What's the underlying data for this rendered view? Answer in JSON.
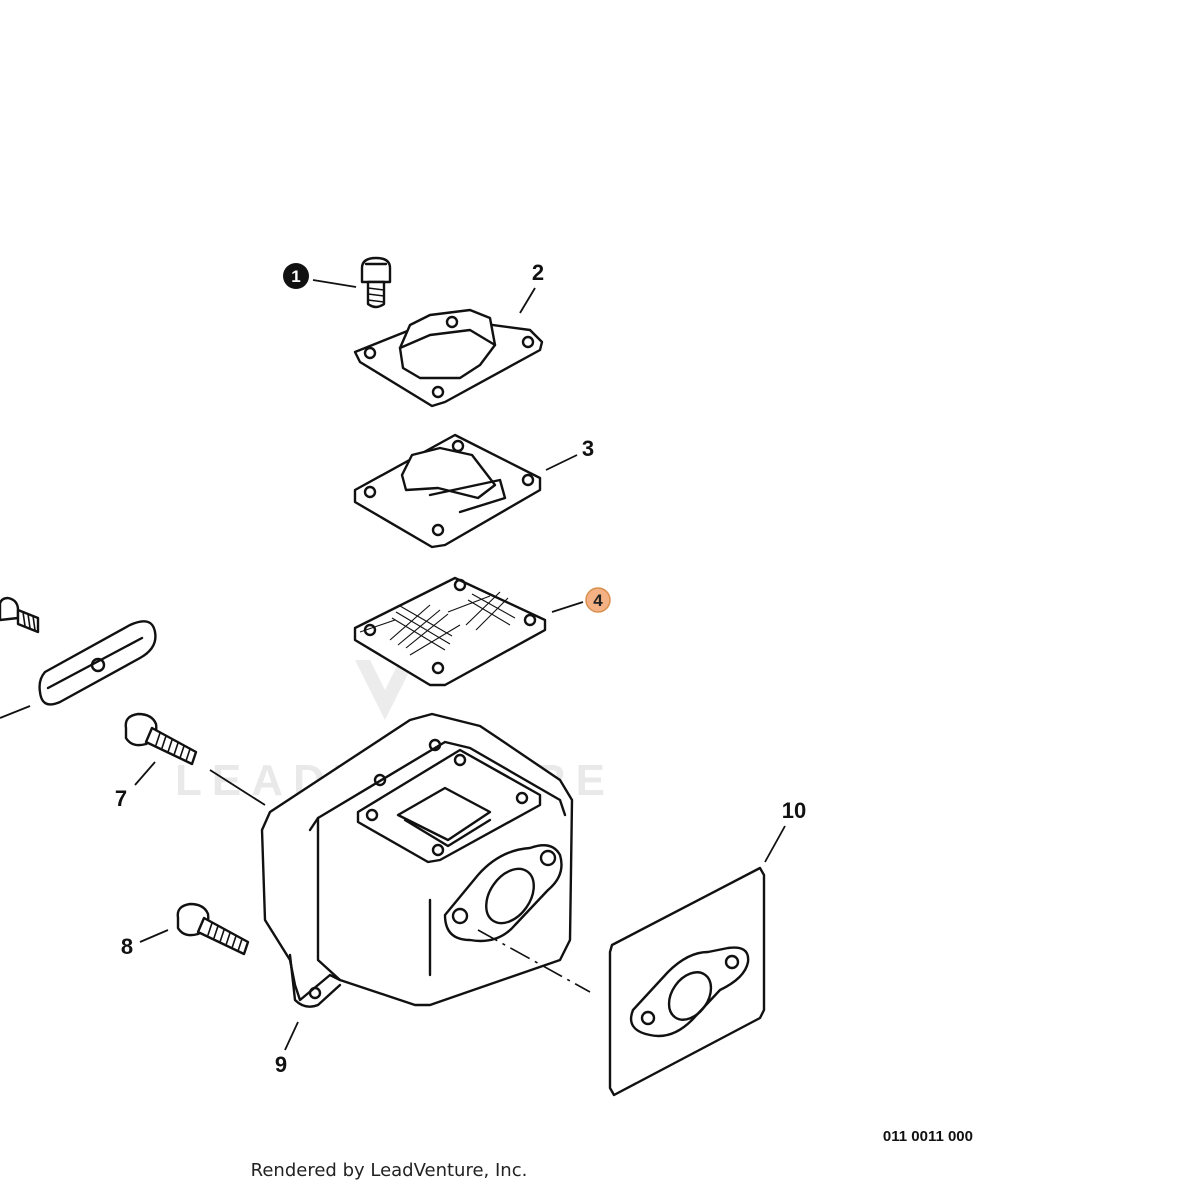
{
  "diagram": {
    "callouts": [
      {
        "id": "1",
        "label": "1"
      },
      {
        "id": "2",
        "label": "2"
      },
      {
        "id": "3",
        "label": "3"
      },
      {
        "id": "4",
        "label": "4"
      },
      {
        "id": "7",
        "label": "7"
      },
      {
        "id": "8",
        "label": "8"
      },
      {
        "id": "9",
        "label": "9"
      },
      {
        "id": "10",
        "label": "10"
      }
    ],
    "highlight_color": "#f4b183",
    "watermark": "LEADVENTURE",
    "drawing_code": "011 0011 000",
    "footer": "Rendered by LeadVenture, Inc."
  }
}
